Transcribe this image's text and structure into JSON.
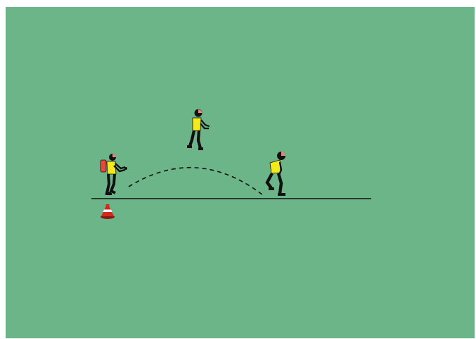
{
  "diagram": {
    "pitch_color": "#6cb589",
    "line_color": "#111111",
    "path_style": "dashed",
    "jersey_color": "#f2ea1c",
    "shorts_color": "#111111",
    "cone_color": "#d42a1e",
    "backpack_color": "#e64a3c",
    "players": [
      {
        "role": "player-with-backpack",
        "pose": "standing",
        "icon": "player-icon"
      },
      {
        "role": "player-jumping",
        "pose": "jumping",
        "icon": "player-icon"
      },
      {
        "role": "player-running",
        "pose": "running",
        "icon": "player-icon"
      }
    ],
    "objects": [
      {
        "role": "cone",
        "icon": "cone-icon"
      },
      {
        "role": "ground-line",
        "icon": "line"
      },
      {
        "role": "ball-path",
        "icon": "dashed-arc"
      }
    ]
  }
}
